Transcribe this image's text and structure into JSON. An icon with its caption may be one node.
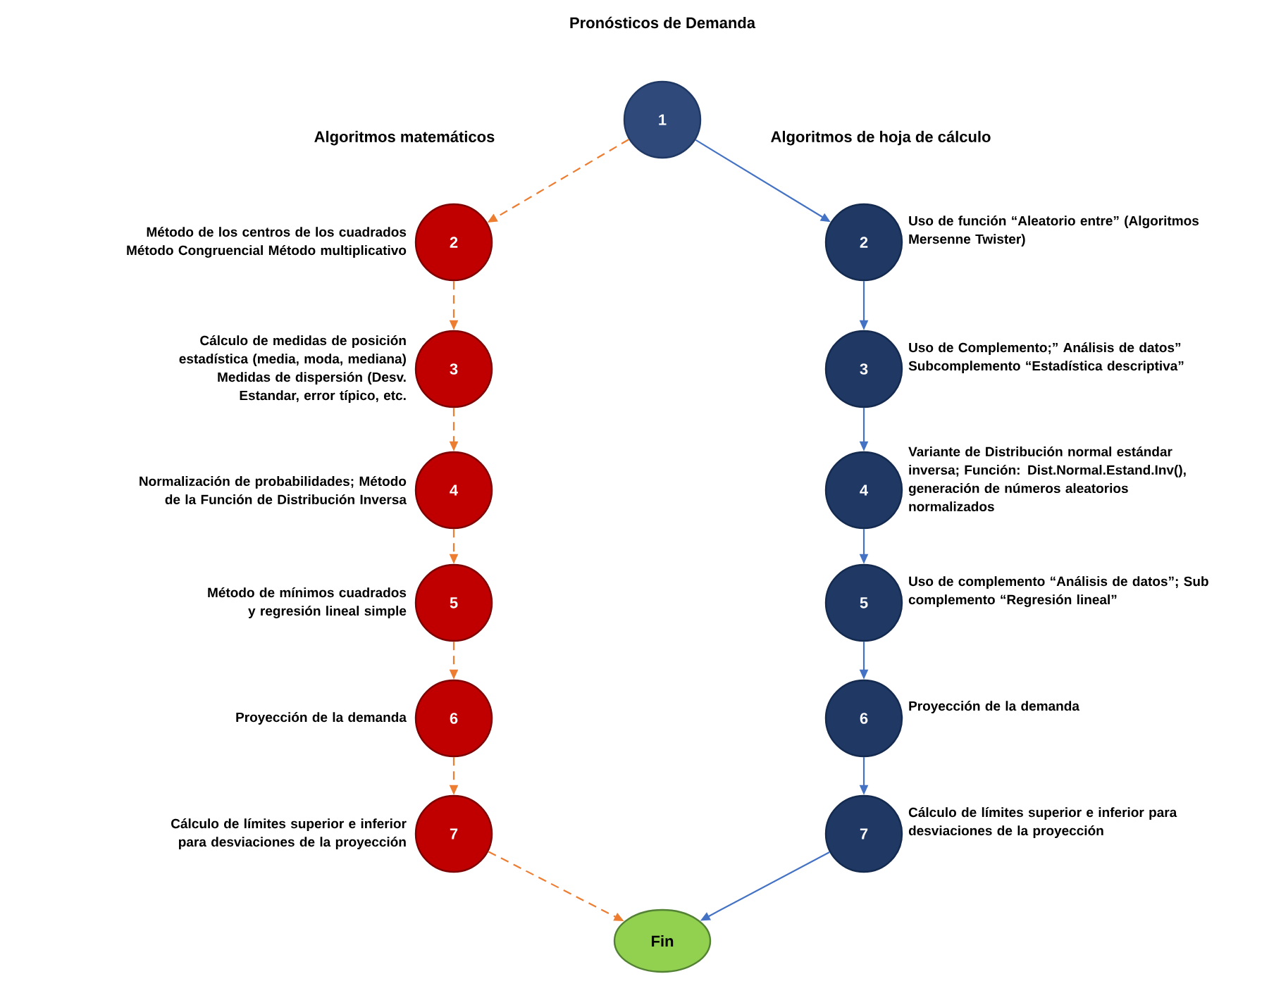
{
  "diagram": {
    "title": "Pronósticos de Demanda",
    "nodes": [
      {
        "text": [
          "1"
        ]
      },
      {
        "text": [
          "2"
        ],
        "beside": [
          "Método de los centros de los cuadrados Método Congruencial Método multiplicativo"
        ]
      },
      {
        "text": [
          "3"
        ],
        "beside": [
          "Cálculo de medidas de posición estadística (media, moda, mediana) Medidas de dispersión (Desv. Estandar, error típico, etc."
        ]
      },
      {
        "text": [
          "4"
        ],
        "beside": [
          "Normalización de probabilidades; Método de la Función de Distribución Inversa"
        ]
      },
      {
        "text": [
          "5"
        ],
        "beside": [
          "Método de mínimos cuadrados y regresión lineal simple"
        ]
      },
      {
        "text": [
          "6"
        ],
        "beside": [
          "Proyección de la demanda"
        ]
      },
      {
        "text": [
          "7"
        ],
        "beside": [
          "Cálculo de límites superior e inferior para desviaciones de la proyección"
        ]
      },
      {
        "text": [
          "2"
        ],
        "beside": [
          "Uso de función “Aleatorio entre” (Algoritmos Mersenne Twister)"
        ]
      },
      {
        "text": [
          "3"
        ],
        "beside": [
          "Uso de Complemento;” Análisis de datos” Subcomplemento “Estadística descriptiva”"
        ]
      },
      {
        "text": [
          "4"
        ],
        "beside": [
          "Variante de Distribución normal estándar inversa; Función: Dist.Normal.Estand.Inv(), generación de números aleatorios normalizados"
        ]
      },
      {
        "text": [
          "5"
        ],
        "beside": [
          "Uso de complemento “Análisis de datos”; Sub complemento “Regresión lineal”"
        ]
      },
      {
        "text": [
          "6"
        ],
        "beside": [
          "Proyección de la demanda"
        ]
      },
      {
        "text": [
          "7"
        ],
        "beside": [
          "Cálculo de límites superior e inferior para desviaciones de la proyección"
        ]
      },
      {
        "text": [
          "Fin"
        ]
      }
    ],
    "edges": [
      {
        "from": 0,
        "to": 1,
        "arrow": "to",
        "style": "dashed",
        "color": "#ed7d31"
      },
      {
        "from": 0,
        "to": 7,
        "arrow": "to",
        "color": "#4472c4"
      },
      {
        "from": 1,
        "to": 2,
        "arrow": "to",
        "style": "dashed",
        "color": "#ed7d31"
      },
      {
        "from": 2,
        "to": 3,
        "arrow": "to",
        "style": "dashed",
        "color": "#ed7d31"
      },
      {
        "from": 3,
        "to": 4,
        "arrow": "to",
        "style": "dashed",
        "color": "#ed7d31"
      },
      {
        "from": 4,
        "to": 5,
        "arrow": "to",
        "style": "dashed",
        "color": "#ed7d31"
      },
      {
        "from": 5,
        "to": 6,
        "arrow": "to",
        "style": "dashed",
        "color": "#ed7d31"
      },
      {
        "from": 6,
        "to": 13,
        "arrow": "to",
        "style": "dashed",
        "color": "#ed7d31"
      },
      {
        "from": 7,
        "to": 8,
        "arrow": "to",
        "color": "#4472c4"
      },
      {
        "from": 8,
        "to": 9,
        "arrow": "to",
        "color": "#4472c4"
      },
      {
        "from": 9,
        "to": 10,
        "arrow": "to",
        "color": "#4472c4"
      },
      {
        "from": 10,
        "to": 11,
        "arrow": "to",
        "color": "#4472c4"
      },
      {
        "from": 11,
        "to": 12,
        "arrow": "to",
        "color": "#4472c4"
      },
      {
        "from": 12,
        "to": 13,
        "arrow": "to",
        "color": "#4472c4"
      }
    ],
    "labels": [
      "Algoritmos matemáticos",
      "Algoritmos de hoja de cálculo"
    ]
  }
}
